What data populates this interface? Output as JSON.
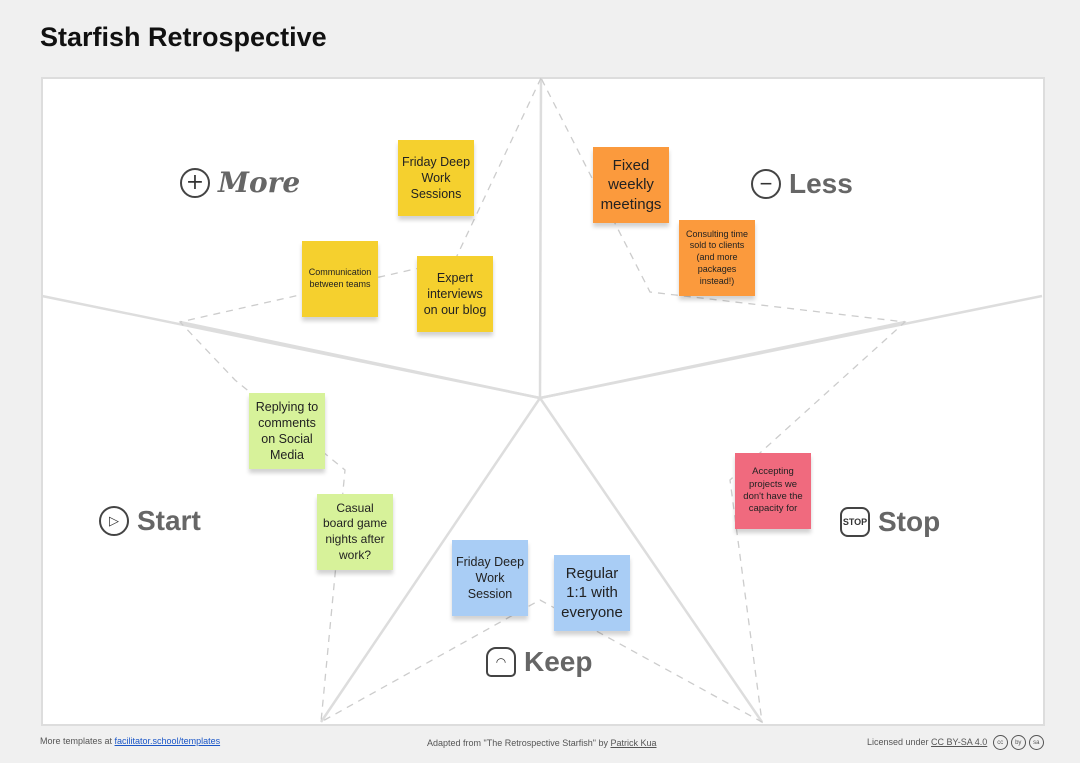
{
  "title": "Starfish Retrospective",
  "sections": {
    "more": {
      "label": "More",
      "icon": "plus-icon"
    },
    "less": {
      "label": "Less",
      "icon": "minus-icon"
    },
    "start": {
      "label": "Start",
      "icon": "play-icon"
    },
    "stop": {
      "label": "Stop",
      "icon": "stop-sign-icon",
      "icon_text": "STOP"
    },
    "keep": {
      "label": "Keep",
      "icon": "backpack-icon"
    }
  },
  "notes": [
    {
      "text": "Friday Deep Work Sessions",
      "color": "#f5d02e"
    },
    {
      "text": "Communication between teams",
      "color": "#f5d02e"
    },
    {
      "text": "Expert interviews on our blog",
      "color": "#f5d02e"
    },
    {
      "text": "Fixed weekly meetings",
      "color": "#fb9a3d"
    },
    {
      "text": "Consulting time sold to clients (and more packages instead!)",
      "color": "#fb9a3d"
    },
    {
      "text": "Replying to comments on Social Media",
      "color": "#d7f29a"
    },
    {
      "text": "Casual board game nights after work?",
      "color": "#d7f29a"
    },
    {
      "text": "Accepting projects we don't have the capacity for",
      "color": "#f06a7e"
    },
    {
      "text": "Friday Deep Work Session",
      "color": "#a9cdf5"
    },
    {
      "text": "Regular 1:1 with everyone",
      "color": "#a9cdf5"
    }
  ],
  "footer": {
    "left_prefix": "More templates at ",
    "left_link": "facilitator.school/templates",
    "center_prefix": "Adapted from \"The Retrospective Starfish\" by ",
    "center_link": "Patrick Kua",
    "right_prefix": "Licensed under ",
    "right_link": "CC BY-SA 4.0",
    "cc_icons": [
      "cc",
      "by",
      "sa"
    ]
  }
}
